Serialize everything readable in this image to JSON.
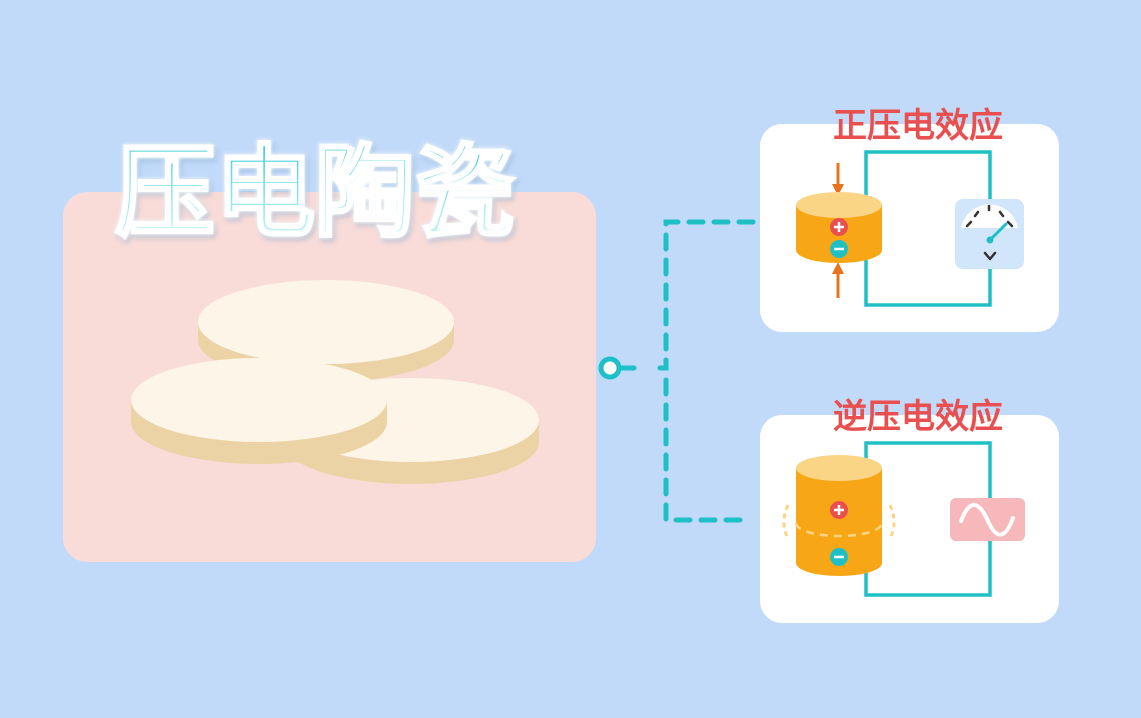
{
  "title": "压电陶瓷",
  "effects": {
    "direct": {
      "label": "正压电效应"
    },
    "inverse": {
      "label": "逆压电效应"
    }
  },
  "symbols": {
    "plus": "+",
    "minus": "−"
  },
  "icons": [
    "ceramic-disc-icon",
    "connector-node-icon",
    "battery-icon",
    "pressure-arrow-icon",
    "meter-icon",
    "ac-source-icon",
    "vibration-wave-icon"
  ],
  "colors": {
    "background": "#c2dafa",
    "panel": "#f9dcd8",
    "disc_top": "#fdf6e8",
    "disc_side": "#ecd3a6",
    "teal": "#1ec0c6",
    "orange": "#f7a616",
    "red_title": "#e94f4f",
    "ac_box": "#f6b8ba",
    "meter_bg": "#d1e5fb"
  }
}
